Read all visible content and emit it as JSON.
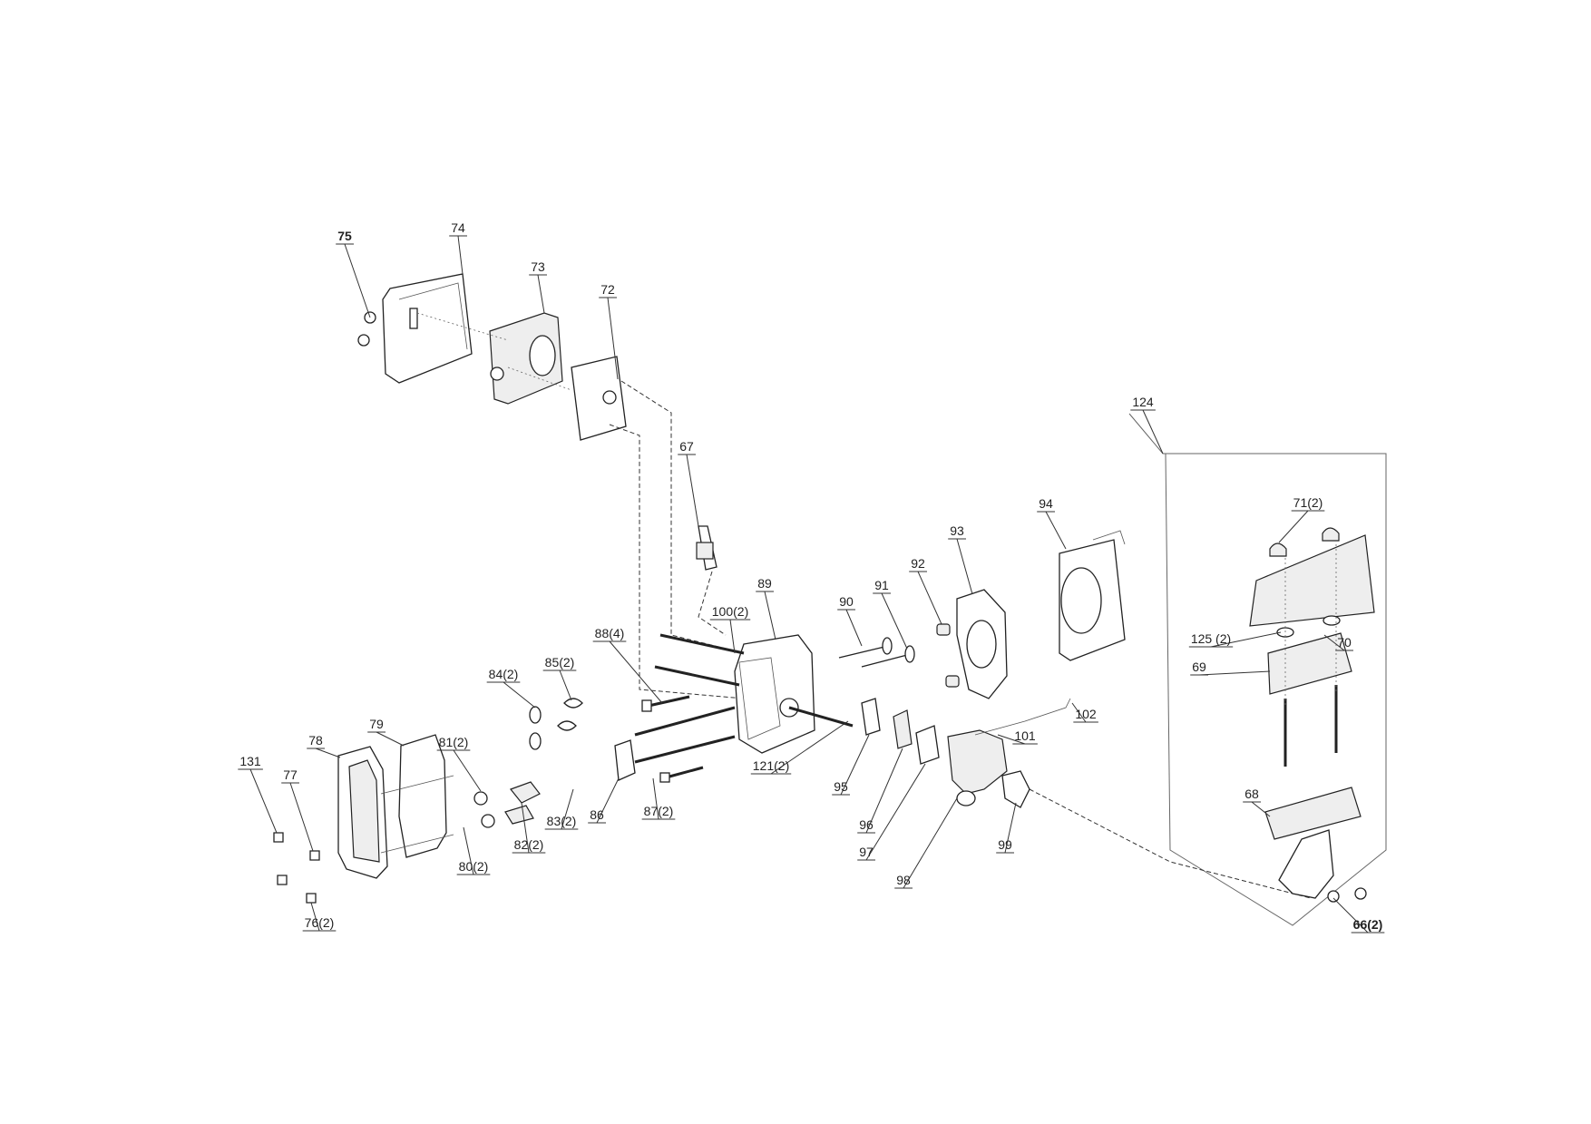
{
  "diagram": {
    "type": "exploded-parts-diagram",
    "callouts": [
      {
        "text": "75"
      },
      {
        "text": "74"
      },
      {
        "text": "73"
      },
      {
        "text": "72"
      },
      {
        "text": "67"
      },
      {
        "text": "124"
      },
      {
        "text": "71(2)"
      },
      {
        "text": "94"
      },
      {
        "text": "93"
      },
      {
        "text": "92"
      },
      {
        "text": "91"
      },
      {
        "text": "90"
      },
      {
        "text": "89"
      },
      {
        "text": "100(2)"
      },
      {
        "text": "88(4)"
      },
      {
        "text": "85(2)"
      },
      {
        "text": "84(2)"
      },
      {
        "text": "125 (2)"
      },
      {
        "text": "70"
      },
      {
        "text": "69"
      },
      {
        "text": "102"
      },
      {
        "text": "101"
      },
      {
        "text": "79"
      },
      {
        "text": "78"
      },
      {
        "text": "81(2)"
      },
      {
        "text": "131"
      },
      {
        "text": "77"
      },
      {
        "text": "121(2)"
      },
      {
        "text": "95"
      },
      {
        "text": "68"
      },
      {
        "text": "86"
      },
      {
        "text": "87(2)"
      },
      {
        "text": "83(2)"
      },
      {
        "text": "96"
      },
      {
        "text": "97"
      },
      {
        "text": "82(2)"
      },
      {
        "text": "80(2)"
      },
      {
        "text": "98"
      },
      {
        "text": "99"
      },
      {
        "text": "66(2)"
      },
      {
        "text": "76(2)"
      }
    ]
  }
}
